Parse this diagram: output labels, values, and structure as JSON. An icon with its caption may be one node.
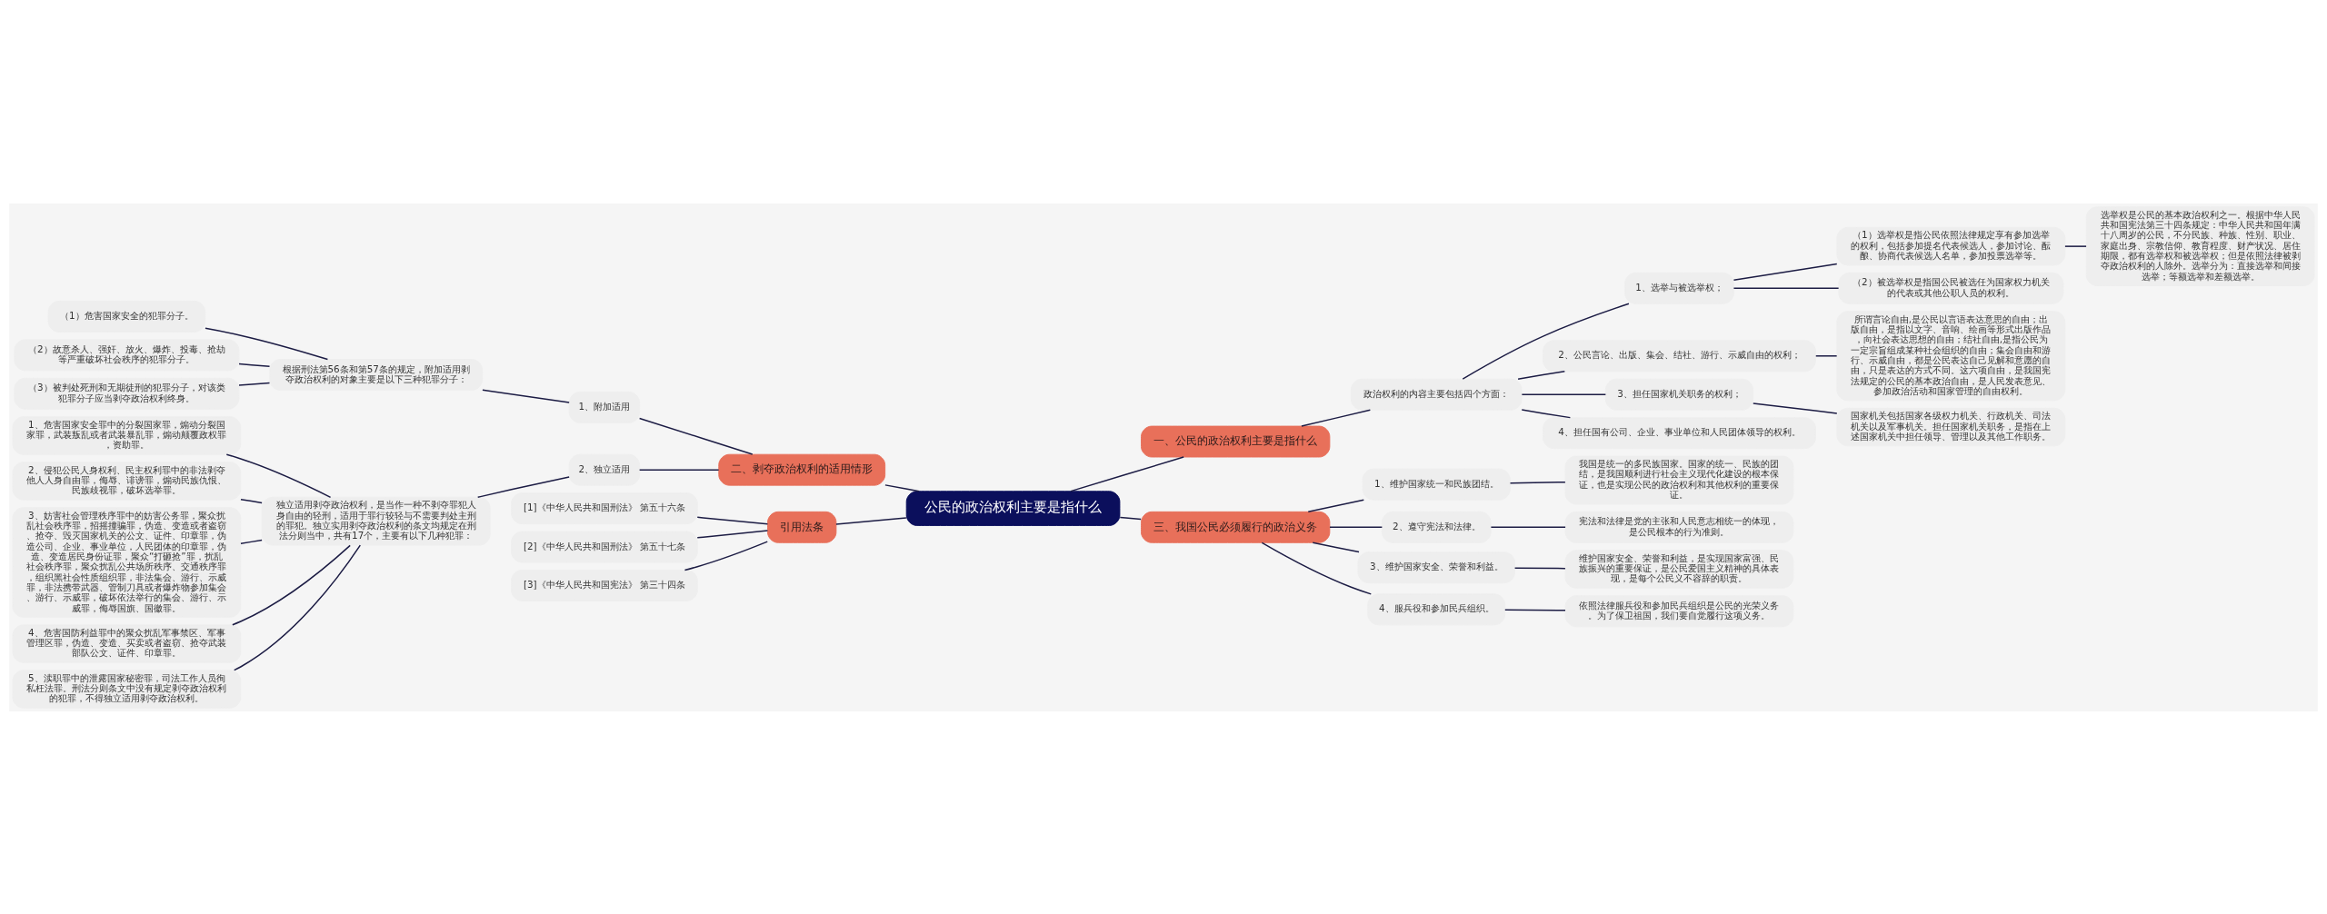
{
  "diagram": {
    "nodes": [
      {
        "text": [
          "公民的政治权利主要是指什么"
        ]
      },
      {
        "text": [
          "一、公民的政治权利主要是指什么"
        ]
      },
      {
        "text": [
          "政治权利的内容主要包括四个方面："
        ]
      },
      {
        "text": [
          "1、选举与被选举权；"
        ]
      },
      {
        "text": [
          "（1）选举权是指公民依照法律规定享有参加选举的权利，包括参加提名代表候选人，参加讨论、酝酿、协商代表候选人名单，参加投票选举等。"
        ]
      },
      {
        "text": [
          "选举权是公民的基本政治权利之一。根据中华人民共和国宪法第三十四条规定：中华人民共和国年满十八周岁的公民，不分民族、种族、性别、职业、家庭出身、宗教信仰、教育程度、财产状况、居住期限，都有选举权和被选举权；但是依照法律被剥夺政治权利的人除外。选举分为：直接选举和间接选举；等额选举和差额选举。"
        ]
      },
      {
        "text": [
          "（2）被选举权是指国公民被选任为国家权力机关的代表或其他公职人员的权利。"
        ]
      },
      {
        "text": [
          "2、公民言论、出版、集会、结社、游行、示威自由的权利；"
        ]
      },
      {
        "text": [
          "所谓言论自由,是公民以言语表达意思的自由；出版自由，是指以文字、音响、绘画等形式出版作品，向社会表达思想的自由；结社自由,是指公民为一定宗旨组成某种社会组织的自由；集会自由和游行、示威自由，都是公民表达自己见解和意愿的自由，只是表达的方式不同。这六项自由，是我国宪法规定的公民的基本政治自由，是人民发表意见、参加政治活动和国家管理的自由权利。"
        ]
      },
      {
        "text": [
          "3、担任国家机关职务的权利；"
        ]
      },
      {
        "text": [
          "国家机关包括国家各级权力机关、行政机关、司法机关以及军事机关。担任国家机关职务，是指在上述国家机关中担任领导、管理以及其他工作职务。"
        ]
      },
      {
        "text": [
          "4、担任国有公司、企业、事业单位和人民团体领导的权利。"
        ]
      },
      {
        "text": [
          "三、我国公民必须履行的政治义务"
        ]
      },
      {
        "text": [
          "1、维护国家统一和民族团结。"
        ]
      },
      {
        "text": [
          "我国是统一的多民族国家。国家的统一、民族的团结，是我国顺利进行社会主义现代化建设的根本保证，也是实现公民的政治权利和其他权利的重要保证。"
        ]
      },
      {
        "text": [
          "2、遵守宪法和法律。"
        ]
      },
      {
        "text": [
          "宪法和法律是党的主张和人民意志相统一的体现，是公民根本的行为准则。"
        ]
      },
      {
        "text": [
          "3、维护国家安全、荣誉和利益。"
        ]
      },
      {
        "text": [
          "维护国家安全、荣誉和利益，是实现国家富强、民族振兴的重要保证，是公民爱国主义精神的具体表现，是每个公民义不容辞的职责。"
        ]
      },
      {
        "text": [
          "4、服兵役和参加民兵组织。"
        ]
      },
      {
        "text": [
          "依照法律服兵役和参加民兵组织是公民的光荣义务。为了保卫祖国，我们要自觉履行这项义务。"
        ]
      },
      {
        "text": [
          "二、剥夺政治权利的适用情形"
        ]
      },
      {
        "text": [
          "1、附加适用"
        ]
      },
      {
        "text": [
          "根据刑法第56条和第57条的规定，附加适用剥夺政治权利的对象主要是以下三种犯罪分子："
        ]
      },
      {
        "text": [
          "（1）危害国家安全的犯罪分子。"
        ]
      },
      {
        "text": [
          "（2）故意杀人、强奸、放火、爆炸、投毒、抢劫等严重破坏社会秩序的犯罪分子。"
        ]
      },
      {
        "text": [
          "（3）被判处死刑和无期徒刑的犯罪分子，对该类犯罪分子应当剥夺政治权利终身。"
        ]
      },
      {
        "text": [
          "2、独立适用"
        ]
      },
      {
        "text": [
          "独立适用剥夺政治权利，是当作一种不剥夺罪犯人身自由的轻刑，适用于罪行较轻与不需要判处主刑的罪犯。独立实用剥夺政治权利的条文均规定在刑法分则当中，共有17个，主要有以下几种犯罪："
        ]
      },
      {
        "text": [
          "1、危害国家安全罪中的分裂国家罪，煽动分裂国家罪，武装叛乱或者武装暴乱罪，煽动颠覆政权罪，资助罪。"
        ]
      },
      {
        "text": [
          "2、侵犯公民人身权利、民主权利罪中的非法剥夺他人人身自由罪，侮辱、诽谤罪，煽动民族仇恨、民族歧视罪，破坏选举罪。"
        ]
      },
      {
        "text": [
          "3、妨害社会管理秩序罪中的妨害公务罪，聚众扰乱社会秩序罪，招摇撞骗罪，伪造、变造或者盗窃、抢夺、毁灭国家机关的公文、证件、印章罪，伪造公司、企业、事业单位，人民团体的印章罪，伪造、变造居民身份证罪，聚众“打砸抢”罪，扰乱社会秩序罪，聚众扰乱公共场所秩序、交通秩序罪，组织黑社会性质组织罪，非法集会、游行、示威罪，非法携带武器、管制刀具或者爆炸物参加集会、游行、示威罪，破坏依法举行的集会、游行、示威罪，侮辱国旗、国徽罪。"
        ]
      },
      {
        "text": [
          "4、危害国防利益罪中的聚众扰乱军事禁区、军事管理区罪，伪造、变造、买卖或者盗窃、抢夺武装部队公文、证件、印章罪。"
        ]
      },
      {
        "text": [
          "5、渎职罪中的泄露国家秘密罪，司法工作人员徇私枉法罪。刑法分则条文中没有规定剥夺政治权利的犯罪，不得独立适用剥夺政治权利。"
        ]
      },
      {
        "text": [
          "引用法条"
        ]
      },
      {
        "text": [
          "[1]《中华人民共和国刑法》 第五十六条"
        ]
      },
      {
        "text": [
          "[2]《中华人民共和国刑法》 第五十七条"
        ]
      },
      {
        "text": [
          "[3]《中华人民共和国宪法》 第三十四条"
        ]
      }
    ],
    "edges": [
      {
        "from": 0,
        "to": 1,
        "arrow": "none"
      },
      {
        "from": 1,
        "to": 2,
        "arrow": "none"
      },
      {
        "from": 2,
        "to": 3,
        "arrow": "none"
      },
      {
        "from": 3,
        "to": 4,
        "arrow": "none"
      },
      {
        "from": 4,
        "to": 5,
        "arrow": "none"
      },
      {
        "from": 3,
        "to": 6,
        "arrow": "none"
      },
      {
        "from": 2,
        "to": 7,
        "arrow": "none"
      },
      {
        "from": 7,
        "to": 8,
        "arrow": "none"
      },
      {
        "from": 2,
        "to": 9,
        "arrow": "none"
      },
      {
        "from": 9,
        "to": 10,
        "arrow": "none"
      },
      {
        "from": 2,
        "to": 11,
        "arrow": "none"
      },
      {
        "from": 0,
        "to": 12,
        "arrow": "none"
      },
      {
        "from": 12,
        "to": 13,
        "arrow": "none"
      },
      {
        "from": 13,
        "to": 14,
        "arrow": "none"
      },
      {
        "from": 12,
        "to": 15,
        "arrow": "none"
      },
      {
        "from": 15,
        "to": 16,
        "arrow": "none"
      },
      {
        "from": 12,
        "to": 17,
        "arrow": "none"
      },
      {
        "from": 17,
        "to": 18,
        "arrow": "none"
      },
      {
        "from": 12,
        "to": 19,
        "arrow": "none"
      },
      {
        "from": 19,
        "to": 20,
        "arrow": "none"
      },
      {
        "from": 0,
        "to": 21,
        "arrow": "none"
      },
      {
        "from": 21,
        "to": 22,
        "arrow": "none"
      },
      {
        "from": 22,
        "to": 23,
        "arrow": "none"
      },
      {
        "from": 23,
        "to": 24,
        "arrow": "none"
      },
      {
        "from": 23,
        "to": 25,
        "arrow": "none"
      },
      {
        "from": 23,
        "to": 26,
        "arrow": "none"
      },
      {
        "from": 21,
        "to": 27,
        "arrow": "none"
      },
      {
        "from": 27,
        "to": 28,
        "arrow": "none"
      },
      {
        "from": 28,
        "to": 29,
        "arrow": "none"
      },
      {
        "from": 28,
        "to": 30,
        "arrow": "none"
      },
      {
        "from": 28,
        "to": 31,
        "arrow": "none"
      },
      {
        "from": 28,
        "to": 32,
        "arrow": "none"
      },
      {
        "from": 28,
        "to": 33,
        "arrow": "none"
      },
      {
        "from": 0,
        "to": 34,
        "arrow": "none"
      },
      {
        "from": 34,
        "to": 35,
        "arrow": "none"
      },
      {
        "from": 34,
        "to": 36,
        "arrow": "none"
      },
      {
        "from": 34,
        "to": 37,
        "arrow": "none"
      }
    ]
  }
}
